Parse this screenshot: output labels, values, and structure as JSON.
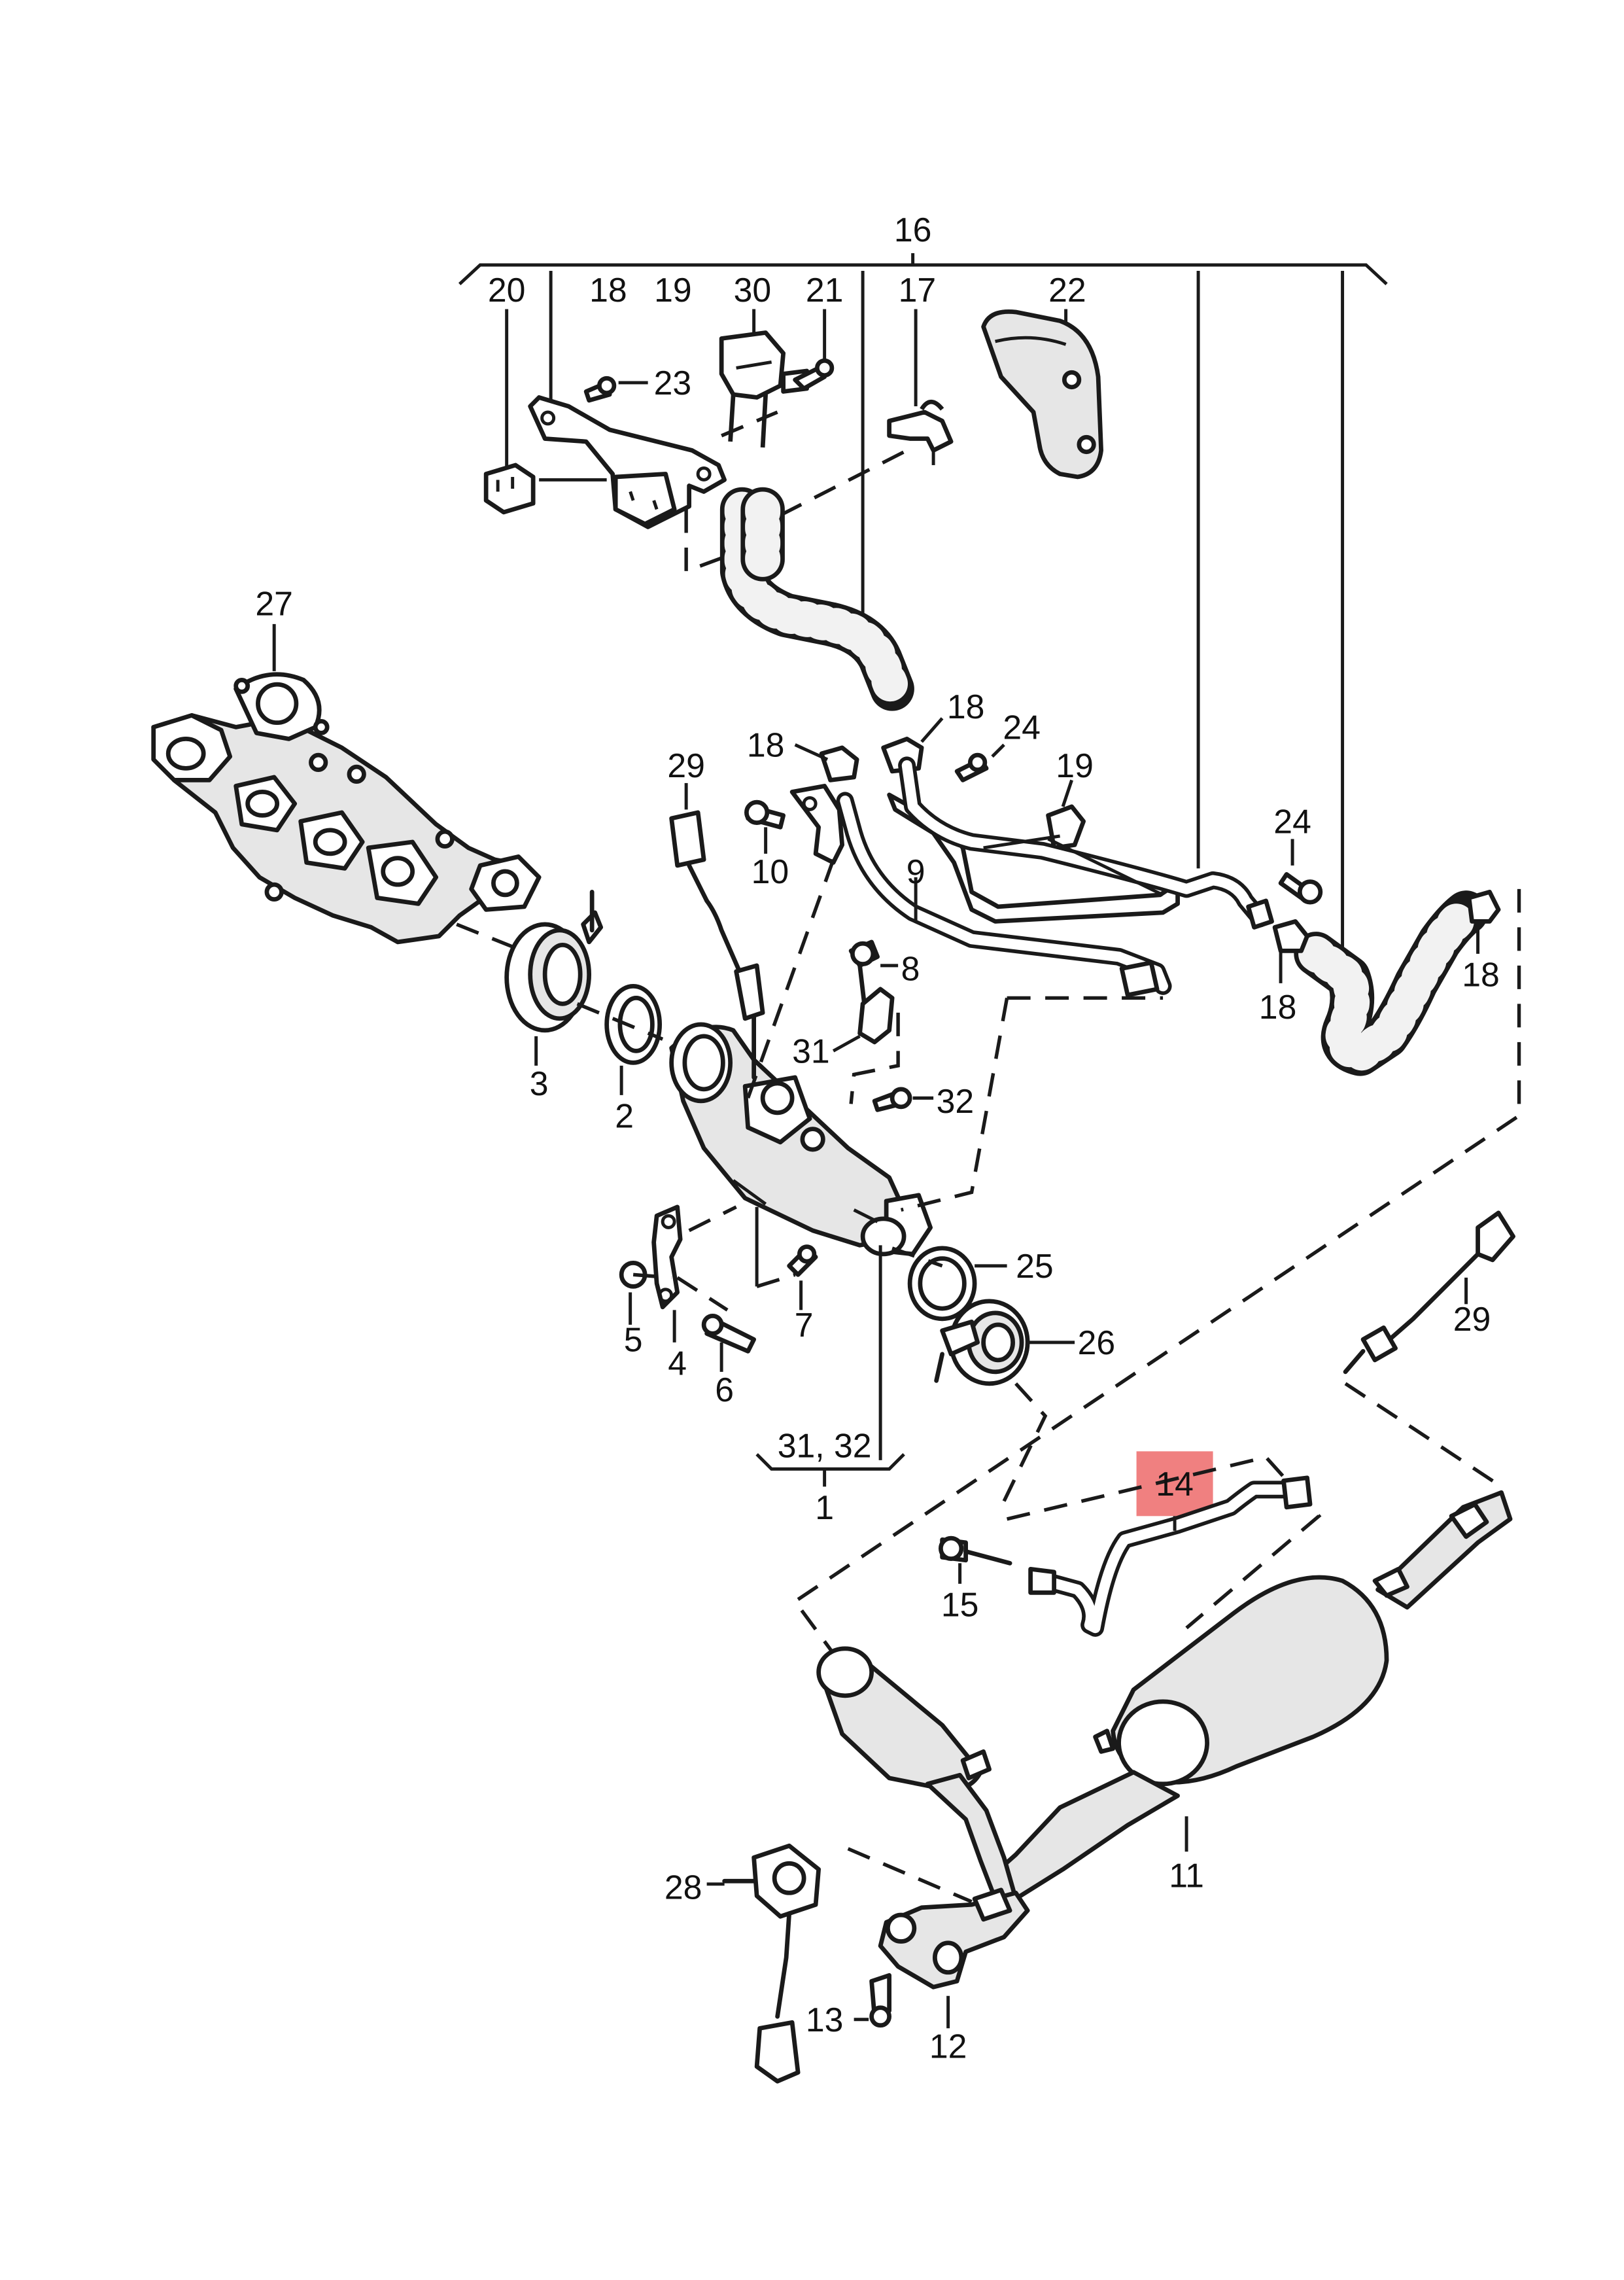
{
  "labels": {
    "l1": "1",
    "l2": "2",
    "l3": "3",
    "l4": "4",
    "l5": "5",
    "l6": "6",
    "l7": "7",
    "l8": "8",
    "l9": "9",
    "l10": "10",
    "l11": "11",
    "l12": "12",
    "l13": "13",
    "l14": "14",
    "l15": "15",
    "l16": "16",
    "l17": "17",
    "l18a": "18",
    "l18b": "18",
    "l18c": "18",
    "l18d": "18",
    "l18e": "18",
    "l19a": "19",
    "l19b": "19",
    "l20": "20",
    "l21": "21",
    "l22": "22",
    "l23": "23",
    "l24a": "24",
    "l24b": "24",
    "l25": "25",
    "l26": "26",
    "l27": "27",
    "l28": "28",
    "l29a": "29",
    "l29b": "29",
    "l30": "30",
    "l31a": "31",
    "l31_32": "31, 32",
    "l32": "32"
  },
  "highlight": {
    "label_key": "l14",
    "color": "#f08080"
  },
  "colors": {
    "line": "#1a1a1a",
    "part_fill": "#e6e6e6",
    "background": "#ffffff"
  }
}
